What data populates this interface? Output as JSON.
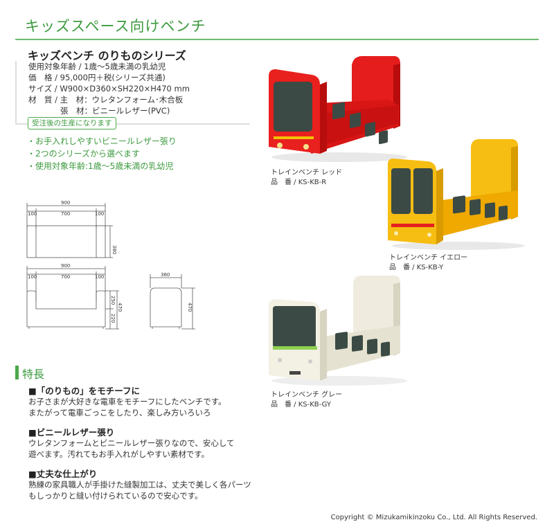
{
  "header": {
    "title": "キッズスペース向けベンチ"
  },
  "product": {
    "title": "キッズベンチ のりものシリーズ",
    "specs": [
      "使用対象年齢 / 1歳〜5歳未満の乳幼児",
      "価　格 / 95,000円＋税(シリーズ共通)",
      "サイズ / W900×D360×SH220×H470 mm",
      "材　質 / 主　材：ウレタンフォーム･木合板",
      "　　　　張　材：ビニールレザー(PVC)"
    ],
    "badge": "受注後の生産になります",
    "bullets": [
      "・お手入れしやすいビニールレザー張り",
      "・2つのシリーズから選べます",
      "・使用対象年齢:1歳〜5歳未満の乳幼児"
    ]
  },
  "drawings": {
    "top_width": "900",
    "top_sections": [
      "100",
      "700",
      "100"
    ],
    "top_depth": "380",
    "front_width": "900",
    "front_sections": [
      "100",
      "700",
      "100"
    ],
    "front_heights": [
      "250",
      "220",
      "470"
    ],
    "side_depth": "360",
    "side_height": "470"
  },
  "products": [
    {
      "name": "トレインベンチ レッド",
      "code": "品　番 / KS-KB-R",
      "color": "#e01b1b"
    },
    {
      "name": "トレインベンチ イエロー",
      "code": "品　番 / KS-KB-Y",
      "color": "#f5b800"
    },
    {
      "name": "トレインベンチ グレー",
      "code": "品　番 / KS-KB-GY",
      "color": "#ece9dc"
    }
  ],
  "features": {
    "title": "特長",
    "items": [
      {
        "heading": "■「のりもの」をモチーフに",
        "lines": [
          "お子さまが大好きな電車をモチーフにしたベンチです。",
          "またがって電車ごっこをしたり、楽しみ方いろいろ"
        ]
      },
      {
        "heading": "■ビニールレザー張り",
        "lines": [
          "ウレタンフォームとビニールレザー張りなので、安心して",
          "遊べます。汚れてもお手入れがしやすい素材です。"
        ]
      },
      {
        "heading": "■丈夫な仕上がり",
        "lines": [
          "熟練の家具職人が手掛けた縫製加工は、丈夫で美しく各パーツ",
          "もしっかりと縫い付けられているので安心です。"
        ]
      }
    ]
  },
  "footer": {
    "copyright": "Copyright © Mizukamikinzoku Co., Ltd. All Rights Reserved."
  }
}
